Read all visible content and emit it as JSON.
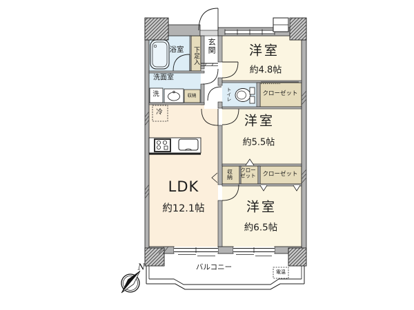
{
  "floorplan": {
    "compass": {
      "north_label": "N"
    },
    "bath": {
      "label": "浴室"
    },
    "entrance": {
      "label": "玄関",
      "shoe_cabinet_label": "下足入"
    },
    "washroom": {
      "label": "洗面室",
      "laundry_label": "洗",
      "storage_label": "収納"
    },
    "toilet": {
      "label": "トイレ"
    },
    "kitchen": {
      "fridge_label": "冷"
    },
    "ldk": {
      "name": "LDK",
      "area": "約12.1帖"
    },
    "west_room_1": {
      "name": "洋室",
      "area": "約4.8帖",
      "closet_label": "クローゼット"
    },
    "west_room_2": {
      "name": "洋室",
      "area": "約5.5帖",
      "storage_label": "収納",
      "closet_lines": [
        "クロー",
        "ゼット"
      ]
    },
    "west_room_3": {
      "name": "洋室",
      "area": "約6.5帖",
      "closet_label": "クローゼット"
    },
    "balcony": {
      "label": "バルコニー",
      "water_heater_label": "電温"
    }
  },
  "colors": {
    "room_cream": "#fbf5e1",
    "ldk_peach": "#fcefdc",
    "wet_blue": "#ddedf6",
    "tub_blue": "#ecf5fa",
    "closet_tan": "#e6dcbc",
    "wall_gray": "#b2b2b2",
    "hatch_gray": "#c9c9c9",
    "line_dark": "#1c1c1c"
  }
}
